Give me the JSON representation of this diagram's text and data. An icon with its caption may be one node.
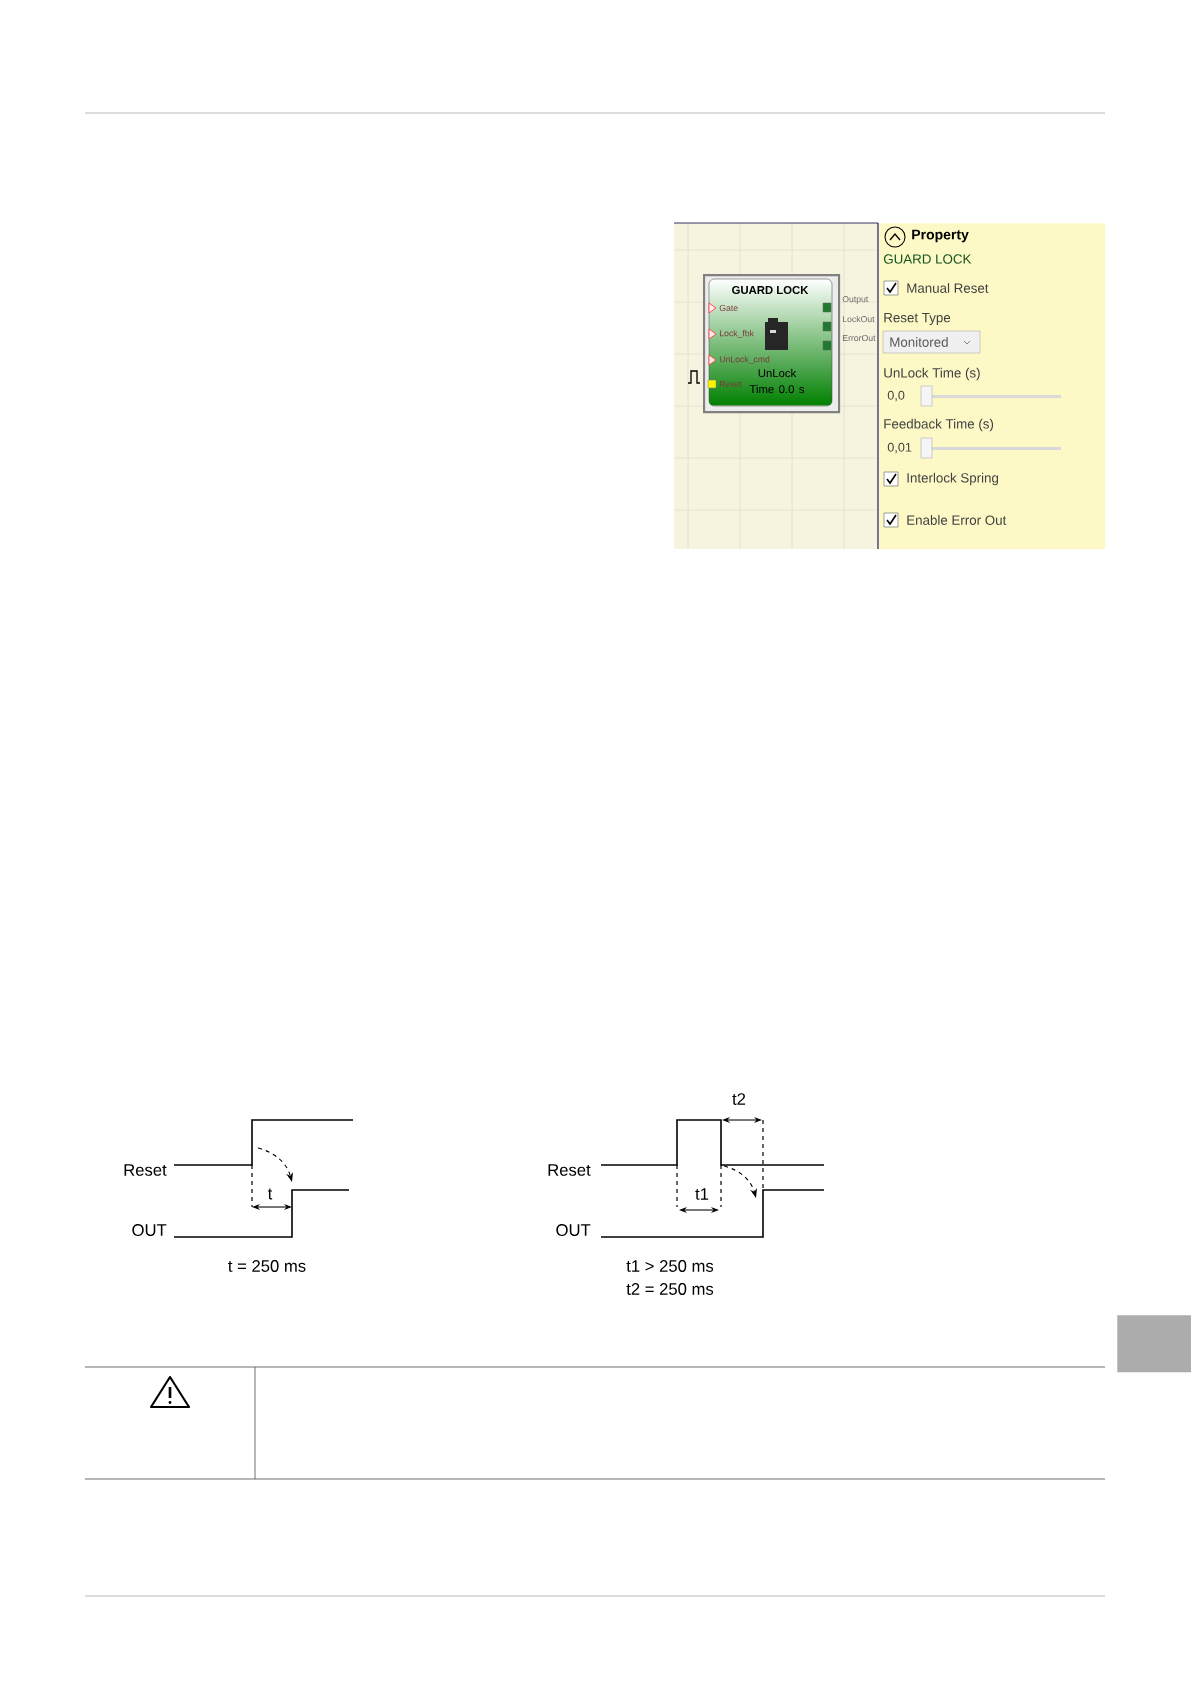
{
  "diagram": {
    "nodes": [
      {
        "text": [
          "GUARD LOCK",
          "Gate",
          "Lock_fbk",
          "UnLock_cmd",
          "Reset",
          "UnLock Time 0.0 s",
          "Output",
          "LockOut",
          "ErrorOut"
        ]
      },
      {
        "text": [
          "Property",
          "GUARD LOCK",
          "Manual Reset",
          "Reset Type",
          "Monitored",
          "UnLock Time (s)",
          "0,0",
          "Feedback Time (s)",
          "0,01",
          "Interlock Spring",
          "Enable Error Out"
        ]
      },
      {
        "text": [],
        "shape": "box"
      }
    ],
    "labels": [
      "Reset",
      "t",
      "OUT",
      "t = 250 ms",
      "t2",
      "Reset",
      "t1",
      "OUT",
      "t1 > 250 ms",
      "t2 = 250 ms"
    ]
  }
}
